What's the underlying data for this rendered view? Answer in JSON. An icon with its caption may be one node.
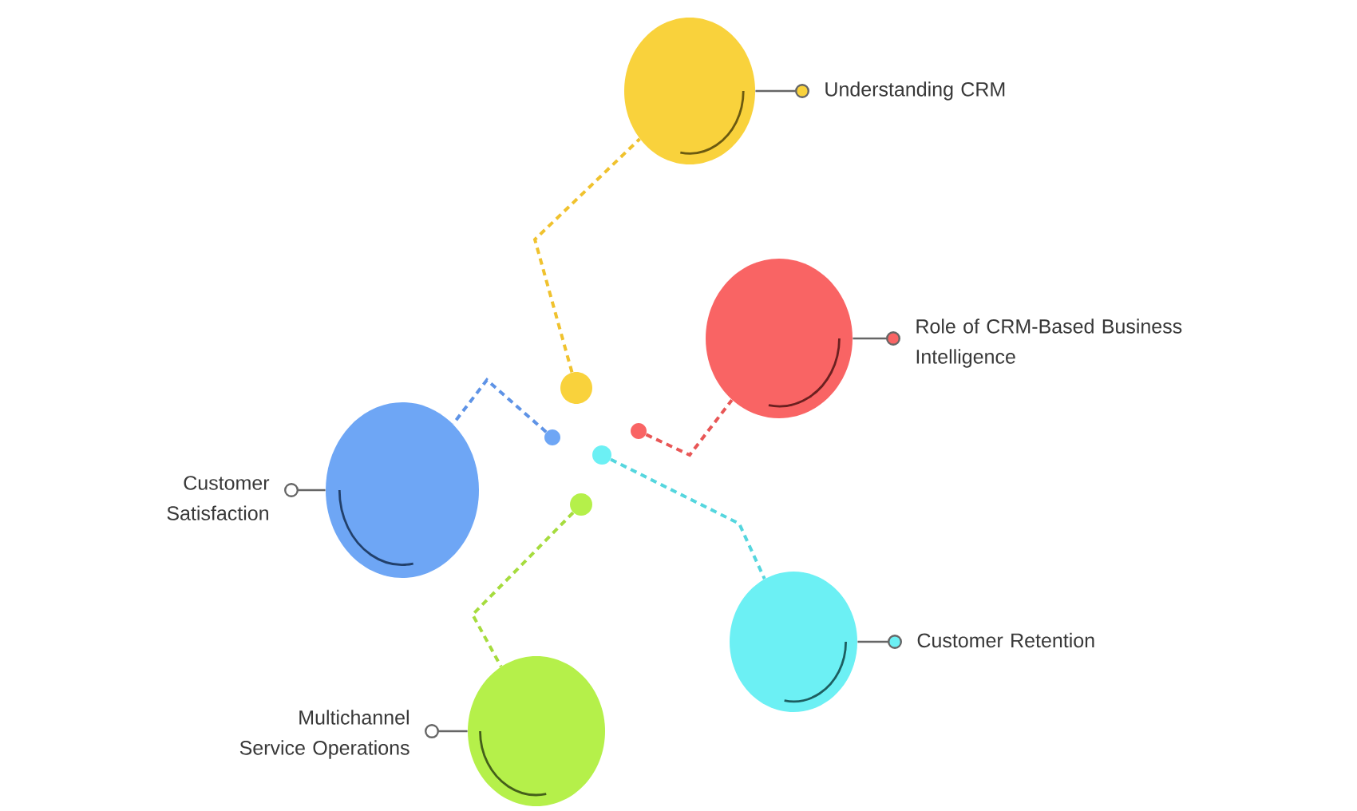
{
  "diagram": {
    "nodes": [
      {
        "text": [
          "Understanding CRM"
        ]
      },
      {
        "text": [
          "Role of CRM-Based Business Intelligence"
        ]
      },
      {
        "text": [
          "Customer Satisfaction"
        ]
      },
      {
        "text": [
          "Customer Retention"
        ]
      },
      {
        "text": [
          "Multichannel Service Operations"
        ]
      },
      {
        "text": [],
        "shape": "circle"
      },
      {
        "text": [],
        "shape": "circle"
      },
      {
        "text": [],
        "shape": "circle"
      },
      {
        "text": [],
        "shape": "circle"
      },
      {
        "text": [],
        "shape": "circle"
      },
      {
        "text": [],
        "shape": "circle"
      },
      {
        "text": [],
        "shape": "circle"
      },
      {
        "text": [],
        "shape": "circle"
      },
      {
        "text": [],
        "shape": "circle"
      },
      {
        "text": [],
        "shape": "circle"
      }
    ],
    "edges": [
      {
        "from": 0,
        "to": 5,
        "arrow": "other"
      },
      {
        "from": 1,
        "to": 6,
        "arrow": "other"
      },
      {
        "from": 2,
        "to": 7,
        "arrow": "other"
      },
      {
        "from": 3,
        "to": 8,
        "arrow": "other"
      },
      {
        "from": 4,
        "to": 9,
        "arrow": "other"
      },
      {
        "from": 10,
        "to": 5,
        "arrow": "none",
        "style": "dashed",
        "color": "#f0c22e"
      },
      {
        "from": 11,
        "to": 6,
        "arrow": "none",
        "style": "dashed",
        "color": "#e85656"
      },
      {
        "from": 12,
        "to": 7,
        "arrow": "none",
        "style": "dashed",
        "color": "#5e93e6"
      },
      {
        "from": 13,
        "to": 8,
        "arrow": "none",
        "style": "dashed",
        "color": "#55d6de"
      },
      {
        "from": 14,
        "to": 9,
        "arrow": "none",
        "style": "dashed",
        "color": "#a6dc3e"
      }
    ]
  }
}
